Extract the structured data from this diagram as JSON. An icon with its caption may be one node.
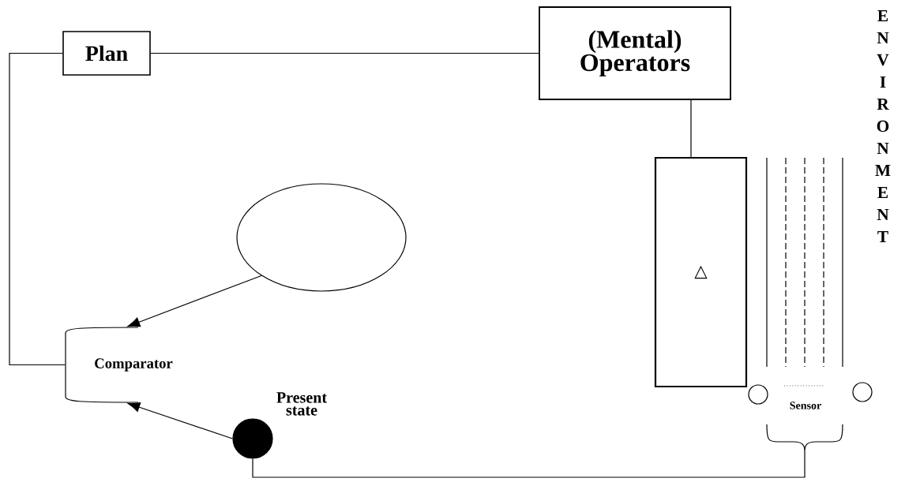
{
  "diagram": {
    "nodes": [
      {
        "text": [
          "Plan"
        ]
      },
      {
        "text": [
          "(Mental) Operators"
        ]
      },
      {
        "text": [
          "△"
        ]
      },
      {
        "text": [],
        "shape": "ellipse"
      },
      {
        "text": [
          "Comparator"
        ]
      },
      {
        "text": [],
        "shape": "circle",
        "beside": [
          "Present state"
        ]
      },
      {
        "text": [
          "Sensor"
        ]
      }
    ],
    "edges": [
      {
        "from": 0,
        "to": 1,
        "arrow": "none"
      },
      {
        "from": 0,
        "to": 4,
        "arrow": "none"
      },
      {
        "from": 1,
        "to": 2,
        "arrow": "none"
      },
      {
        "from": 3,
        "to": 4,
        "arrow": "to"
      },
      {
        "from": 5,
        "to": 4,
        "arrow": "to"
      },
      {
        "from": 6,
        "to": 5,
        "arrow": "none"
      }
    ],
    "labels": [
      "E",
      "N",
      "V",
      "I",
      "R",
      "O",
      "N",
      "M",
      "E",
      "N",
      "T"
    ]
  }
}
